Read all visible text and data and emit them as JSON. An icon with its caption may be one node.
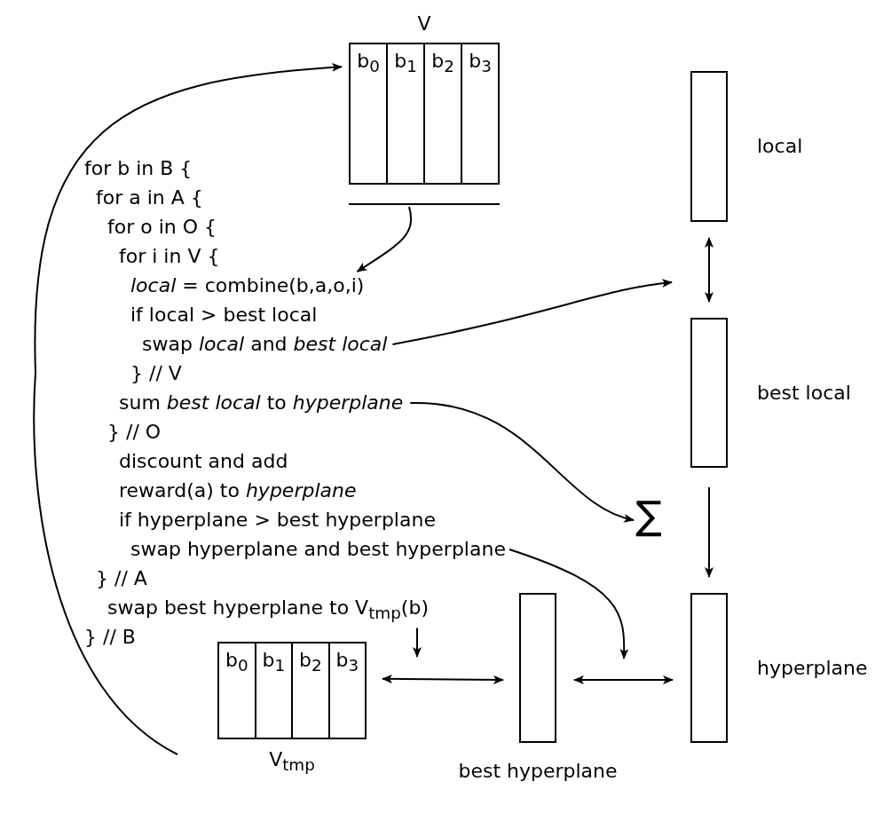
{
  "diagram": {
    "nodes": [
      {
        "text": [
          "V"
        ]
      },
      {
        "text": [
          "b$_{0}$"
        ],
        "in": 0
      },
      {
        "text": [
          "b$_{1}$"
        ],
        "in": 0
      },
      {
        "text": [
          "b$_{2}$"
        ],
        "in": 0
      },
      {
        "text": [
          "b$_{3}$"
        ],
        "in": 0
      },
      {
        "text": [
          "local"
        ]
      },
      {
        "text": [],
        "shape": "bar"
      },
      {
        "text": [
          "*local* = combine(b,a,o,i)"
        ]
      },
      {
        "text": [
          "swap *local* and *best local*"
        ]
      },
      {
        "text": [
          "best local"
        ]
      },
      {
        "text": [
          "sum *best local* to *hyperplane*"
        ]
      },
      {
        "text": [
          "∑"
        ]
      },
      {
        "text": [
          "swap hyperplane and best hyperplane"
        ]
      },
      {
        "text": [
          "swap best hyperplane to V$_{tmp}$(b)"
        ]
      },
      {
        "text": [
          "V$_{tmp}$"
        ]
      },
      {
        "text": [
          "b$_{0}$"
        ],
        "in": 14
      },
      {
        "text": [
          "b$_{1}$"
        ],
        "in": 14
      },
      {
        "text": [
          "b$_{2}$"
        ],
        "in": 14
      },
      {
        "text": [
          "b$_{3}$"
        ],
        "in": 14
      },
      {
        "text": [
          "best hyperplane"
        ]
      },
      {
        "text": [
          "hyperplane"
        ]
      }
    ],
    "edges": [
      {
        "from": 6,
        "to": 7,
        "arrow": "to"
      },
      {
        "from": 8,
        "to": null,
        "arrow": "to"
      },
      {
        "from": 5,
        "to": 9,
        "arrow": "both"
      },
      {
        "from": 10,
        "to": 11,
        "arrow": "to"
      },
      {
        "from": 9,
        "to": 20,
        "arrow": "to"
      },
      {
        "from": 12,
        "to": null,
        "arrow": "to"
      },
      {
        "from": 13,
        "to": null,
        "arrow": "to"
      },
      {
        "from": 14,
        "to": 19,
        "arrow": "both"
      },
      {
        "from": 19,
        "to": 20,
        "arrow": "both"
      },
      {
        "from": 14,
        "to": 0,
        "arrow": "to"
      }
    ],
    "labels": [
      "for b in B {",
      "for a in A {",
      "for o in O {",
      "for i in V {",
      "if local > best local",
      "} // V",
      "} // O",
      "discount and add",
      "reward(a) to *hyperplane*",
      "if hyperplane > best hyperplane",
      "} // A",
      "} // B"
    ]
  }
}
